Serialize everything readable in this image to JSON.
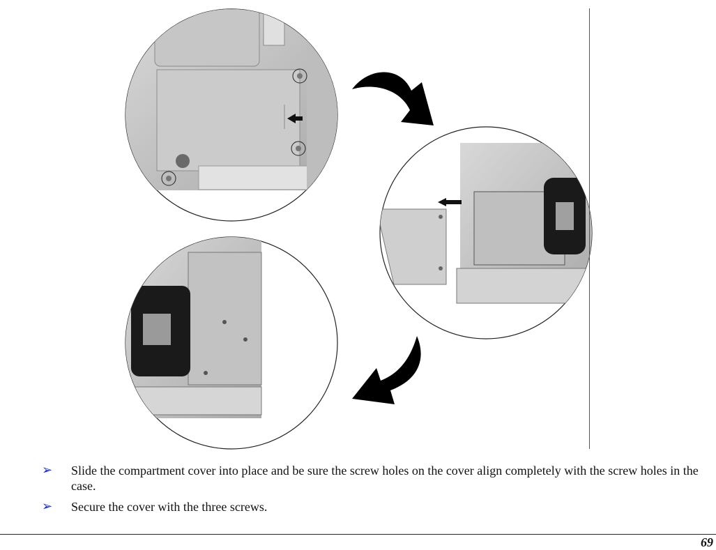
{
  "figure": {
    "panels": [
      "remove-cover-detail",
      "hard-drive-bay-detail",
      "cover-installed-detail"
    ],
    "arrows": [
      "arrow-to-step-2",
      "arrow-to-step-3"
    ]
  },
  "instructions": [
    {
      "marker": "arrow-bullet-icon",
      "text": "Slide the compartment cover into place and be sure the screw holes on the cover align completely with the screw holes in the case."
    },
    {
      "marker": "arrow-bullet-icon",
      "text": "Secure the cover with the three screws."
    }
  ],
  "bullet_color": "#1a28c8",
  "page_number": "69"
}
